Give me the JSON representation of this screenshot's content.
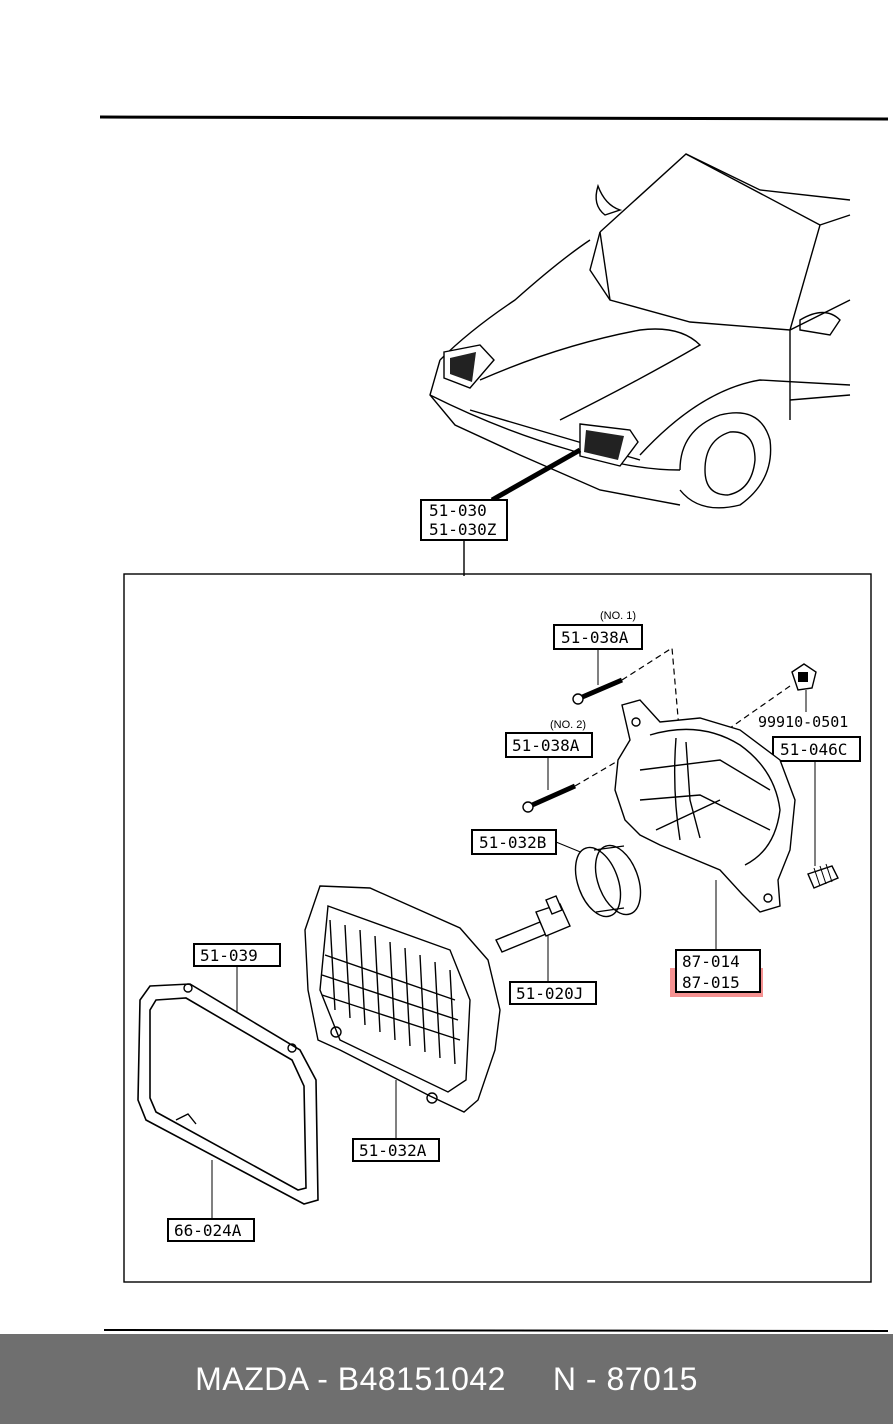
{
  "diagram": {
    "labels": {
      "assembly_top": "51-030",
      "assembly_bottom": "51-030Z",
      "screw_no1": "51-038A",
      "screw_no1_note": "(NO. 1)",
      "screw_no2": "51-038A",
      "screw_no2_note": "(NO. 2)",
      "clip": "99910-0501",
      "adjuster": "51-046C",
      "boot": "51-032B",
      "bulb": "51-020J",
      "bracket_a": "87-014",
      "bracket_b": "87-015",
      "screw": "51-039",
      "lamp_unit": "51-032A",
      "bezel": "66-024A"
    },
    "highlighted_part": "87-015",
    "highlight_color": "#f47f7f"
  },
  "footer": {
    "text": "MAZDA - B48151042     N - 87015",
    "background": "#6f6f6f",
    "text_color": "#ffffff"
  }
}
